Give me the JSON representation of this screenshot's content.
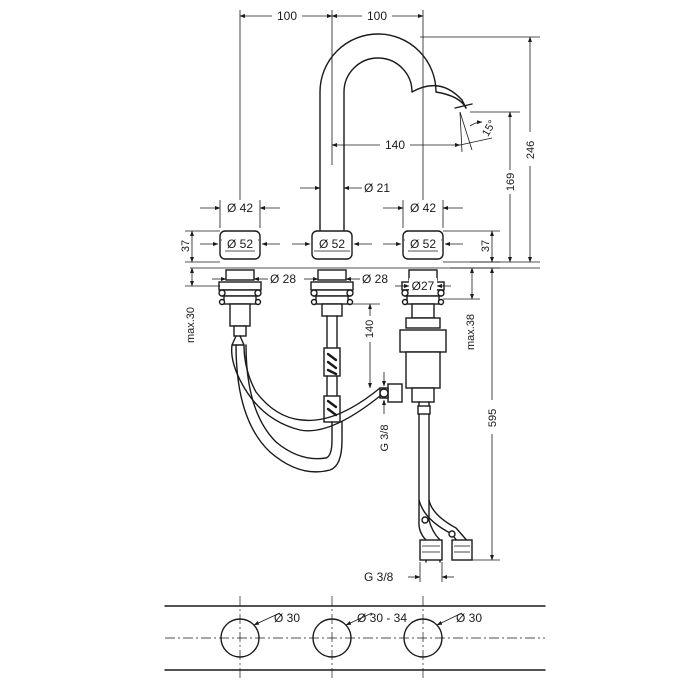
{
  "dimensions": {
    "top_left_100": "100",
    "top_right_100": "100",
    "spout_reach_140": "140",
    "angle": "15°",
    "height_246": "246",
    "height_169": "169",
    "spout_dia": "Ø 21",
    "handle_left_dia": "Ø 42",
    "handle_right_dia": "Ø 42",
    "base_left_dia": "Ø 52",
    "base_mid_dia": "Ø 52",
    "base_right_dia": "Ø 52",
    "height_left_37": "37",
    "height_right_37": "37",
    "shank_left_dia": "Ø 28",
    "shank_mid_dia": "Ø 28",
    "shank_right_dia": "Ø27",
    "max_left": "max.30",
    "max_right": "max.38",
    "hose_140": "140",
    "height_595": "595",
    "thread_mid": "G 3/8",
    "thread_bottom": "G 3/8",
    "hole_left_dia": "Ø 30",
    "hole_mid_dia": "Ø 30 - 34",
    "hole_right_dia": "Ø 30"
  }
}
